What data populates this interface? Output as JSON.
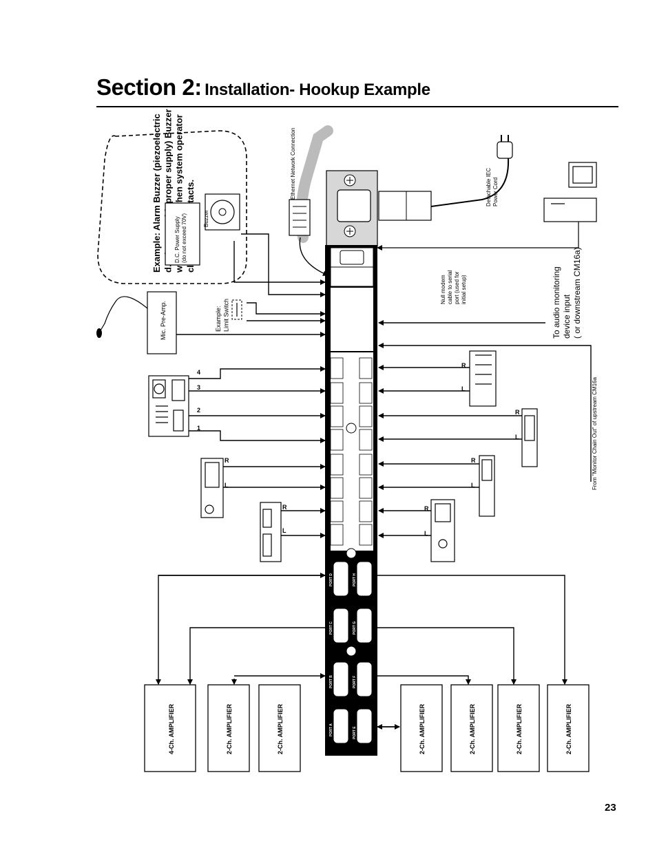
{
  "page": {
    "section_label": "Section 2:",
    "section_title": "Installation- Hookup Example",
    "page_number": "23"
  },
  "diagram": {
    "buzzer_example": "Example: Alarm Buzzer (piezoelectric|d.c. buzzer with proper supply) Buzzer|would operate when system operator|closes relay contacts.",
    "dc_power_supply": "D.C. Power Supply|(do not exceed 70V)",
    "buzzer_label": "Buzzer",
    "ethernet_label": "Ethernet Network Connection",
    "iec_label": "Detachable IEC|Power Cord",
    "null_modem_label": "Null modem|cable to serial|port (used for|initial setup)",
    "audio_monitoring_label": "To audio monitoring|device input|( or downstream CM16a)",
    "monitor_chain_label": "From \"Monitor Chain Out\" of upstream CM16a",
    "mic_preamp_label": "Mic. Pre-Amp.",
    "limit_switch_label": "Example:|Limit Switch",
    "mixer_channels": [
      "1",
      "2",
      "3",
      "4"
    ],
    "lr": {
      "left": "L",
      "right": "R"
    },
    "amplifiers": [
      "4-Ch. AMPLIFIER",
      "2-Ch. AMPLIFIER",
      "2-Ch. AMPLIFIER",
      "2-Ch. AMPLIFIER",
      "2-Ch. AMPLIFIER",
      "2-Ch. AMPLIFIER",
      "2-Ch. AMPLIFIER"
    ],
    "ports": [
      "PORT A",
      "PORT B",
      "PORT C",
      "PORT D",
      "PORT E",
      "PORT F",
      "PORT G",
      "PORT H"
    ]
  },
  "colors": {
    "ink": "#000000",
    "paper": "#ffffff",
    "device_gray": "#bfbfbf"
  }
}
